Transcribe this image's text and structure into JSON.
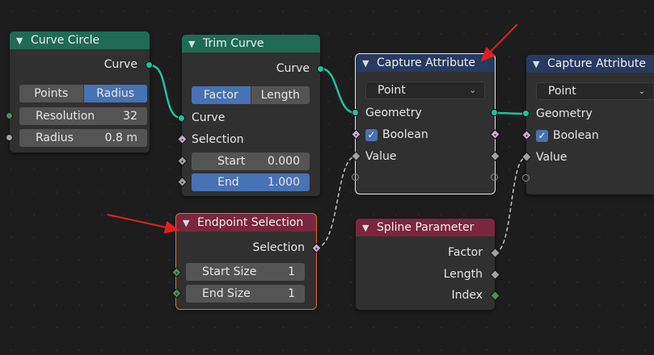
{
  "nodes": {
    "curve_circle": {
      "title": "Curve Circle",
      "output": "Curve",
      "mode_options": [
        "Points",
        "Radius"
      ],
      "mode_selected": "Radius",
      "resolution": {
        "label": "Resolution",
        "value": "32"
      },
      "radius": {
        "label": "Radius",
        "value": "0.8 m"
      }
    },
    "trim_curve": {
      "title": "Trim Curve",
      "output": "Curve",
      "mode_options": [
        "Factor",
        "Length"
      ],
      "mode_selected": "Factor",
      "inputs": [
        "Curve",
        "Selection"
      ],
      "start": {
        "label": "Start",
        "value": "0.000"
      },
      "end": {
        "label": "End",
        "value": "1.000"
      }
    },
    "capture_attribute_1": {
      "title": "Capture Attribute",
      "domain": "Point",
      "geometry": "Geometry",
      "boolean": "Boolean",
      "value": "Value"
    },
    "capture_attribute_2": {
      "title": "Capture Attribute",
      "domain": "Point",
      "geometry": "Geometry",
      "boolean": "Boolean",
      "value": "Value"
    },
    "endpoint_selection": {
      "title": "Endpoint Selection",
      "output": "Selection",
      "start_size": {
        "label": "Start Size",
        "value": "1"
      },
      "end_size": {
        "label": "End Size",
        "value": "1"
      }
    },
    "spline_parameter": {
      "title": "Spline Parameter",
      "outputs": [
        "Factor",
        "Length",
        "Index"
      ]
    }
  },
  "colors": {
    "geometry_socket": "#1fc2a0",
    "float_socket": "#a1a1a1",
    "boolean_socket": "#cca6d6",
    "int_socket": "#4b8e54",
    "annotation_arrow": "#e02020",
    "active_field": "#4772b3"
  }
}
